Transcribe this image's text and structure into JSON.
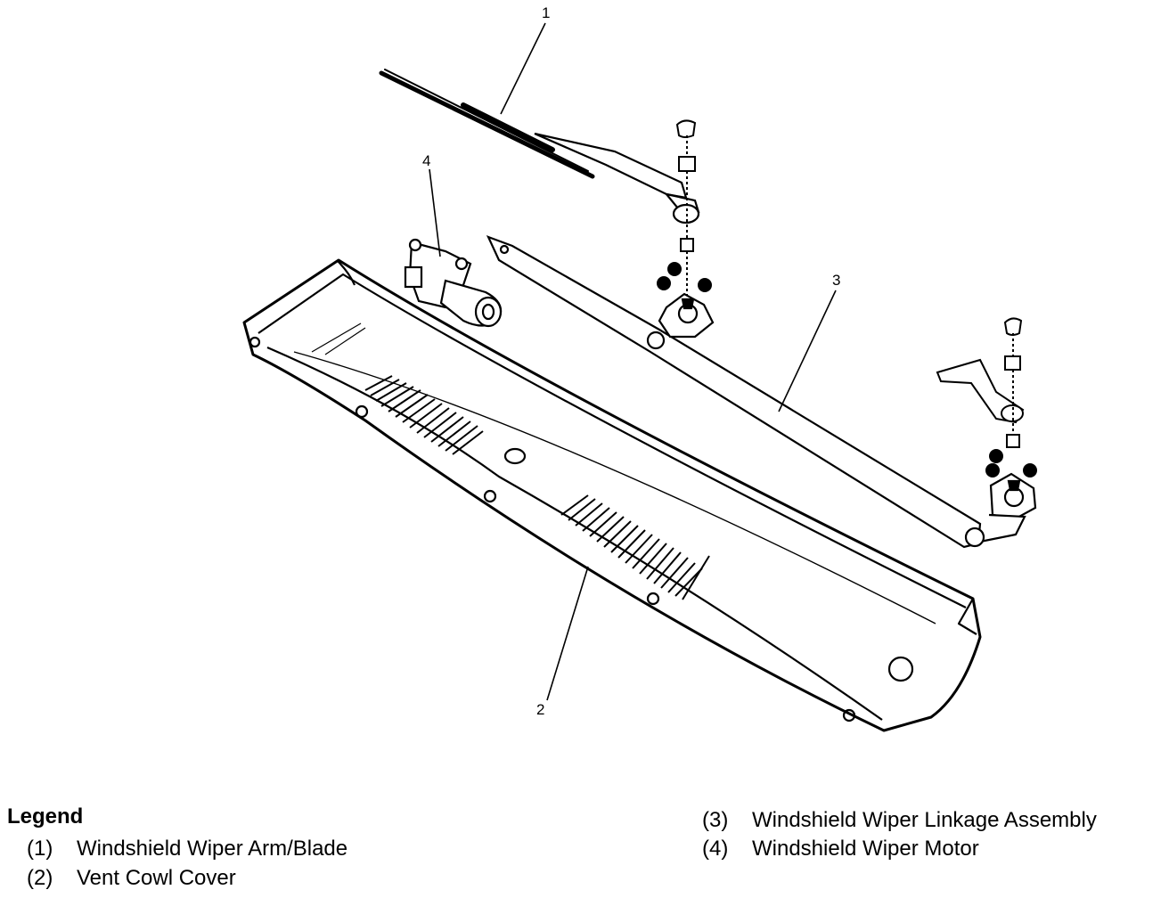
{
  "callouts": [
    "1",
    "2",
    "3",
    "4"
  ],
  "legend": {
    "title": "Legend",
    "items": [
      {
        "number": "(1)",
        "label": "Windshield Wiper Arm/Blade"
      },
      {
        "number": "(2)",
        "label": "Vent Cowl Cover"
      },
      {
        "number": "(3)",
        "label": "Windshield Wiper Linkage Assembly"
      },
      {
        "number": "(4)",
        "label": "Windshield Wiper Motor"
      }
    ]
  }
}
